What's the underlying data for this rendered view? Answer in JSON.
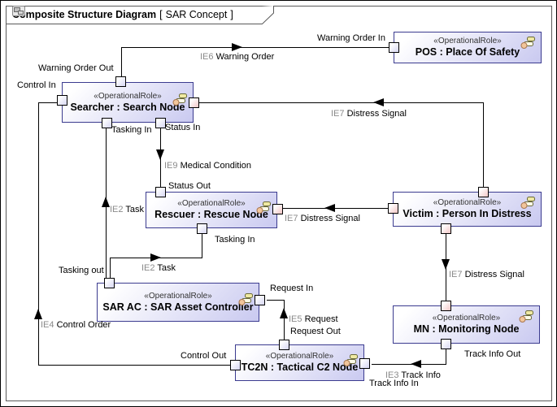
{
  "frame": {
    "title": "Composite Structure Diagram",
    "open_bracket": "[",
    "close_bracket": "]",
    "diagram_name": "SAR Concept"
  },
  "stereotype": "«OperationalRole»",
  "nodes": {
    "pos": {
      "name": "POS : Place Of Safety"
    },
    "searcher": {
      "name": "Searcher : Search Node"
    },
    "rescuer": {
      "name": "Rescuer : Rescue Node"
    },
    "victim": {
      "name": "Victim : Person In Distress"
    },
    "sarac": {
      "name": "SAR AC : SAR Asset Controller"
    },
    "mn": {
      "name": "MN : Monitoring Node"
    },
    "tc2n": {
      "name": "TC2N : Tactical C2 Node"
    }
  },
  "ports": {
    "warning_order_in": "Warning Order In",
    "warning_order_out": "Warning Order Out",
    "control_in": "Control In",
    "tasking_in_searcher": "Tasking In",
    "status_in": "Status In",
    "status_out": "Status Out",
    "tasking_in_rescuer": "Tasking In",
    "tasking_out": "Tasking out",
    "request_in": "Request In",
    "request_out": "Request Out",
    "control_out": "Control Out",
    "track_info_out": "Track Info Out",
    "track_info_in": "Track Info In"
  },
  "flows": {
    "ie6": {
      "id": "IE6",
      "name": "Warning Order"
    },
    "ie7_searcher": {
      "id": "IE7",
      "name": "Distress Signal"
    },
    "ie7_rescuer": {
      "id": "IE7",
      "name": "Distress Signal"
    },
    "ie7_mn": {
      "id": "IE7",
      "name": "Distress Signal"
    },
    "ie9": {
      "id": "IE9",
      "name": "Medical Condition"
    },
    "ie2_searcher": {
      "id": "IE2",
      "name": "Task"
    },
    "ie2_rescuer": {
      "id": "IE2",
      "name": "Task"
    },
    "ie5": {
      "id": "IE5",
      "name": "Request"
    },
    "ie4": {
      "id": "IE4",
      "name": "Control Order"
    },
    "ie3": {
      "id": "IE3",
      "name": "Track Info"
    }
  },
  "colors": {
    "node_border": "#3b3b8f",
    "node_fill_end": "#c9c9f0",
    "port_blue": "#d6d6f2",
    "port_pink": "#f3c6c6",
    "line": "#000000",
    "flow_id_text": "#8a8a8a",
    "frame_border": "#5a5a5a"
  }
}
